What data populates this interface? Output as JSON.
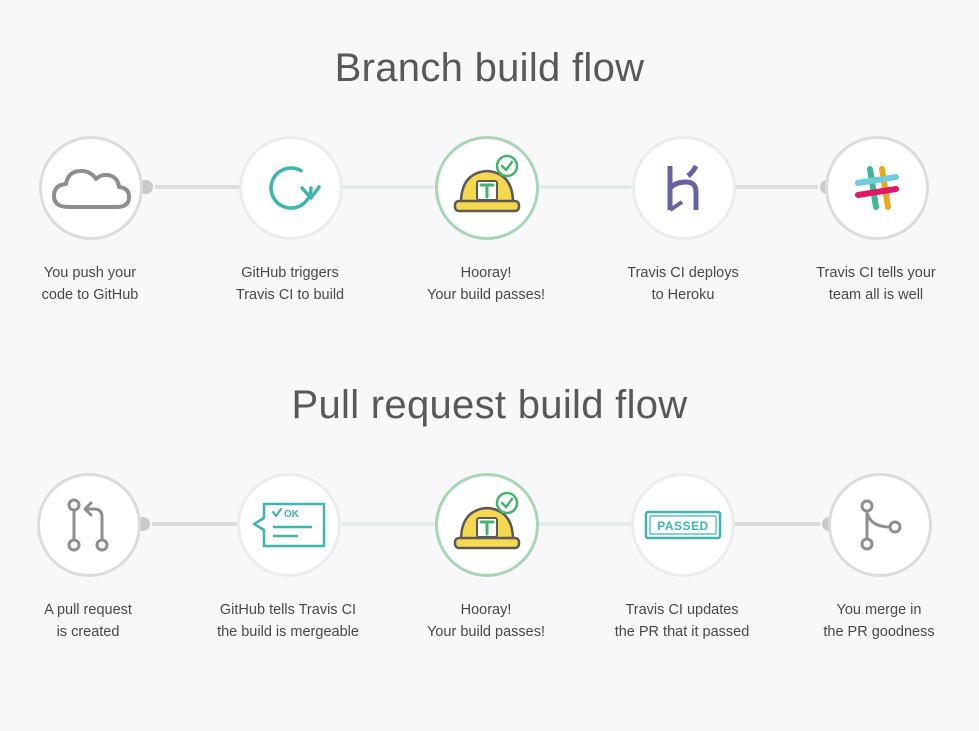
{
  "sections": [
    {
      "title": "Branch build flow",
      "steps": [
        {
          "icon": "cloud-icon",
          "line1": "You push your",
          "line2": "code to GitHub"
        },
        {
          "icon": "refresh-icon",
          "line1": "GitHub triggers",
          "line2": "Travis CI to build"
        },
        {
          "icon": "build-passing-hardhat-icon",
          "line1": "Hooray!",
          "line2": "Your build passes!"
        },
        {
          "icon": "heroku-logo-icon",
          "line1": "Travis CI deploys",
          "line2": "to Heroku"
        },
        {
          "icon": "slack-logo-icon",
          "line1": "Travis CI tells your",
          "line2": "team all is well"
        }
      ]
    },
    {
      "title": "Pull request build flow",
      "steps": [
        {
          "icon": "pull-request-icon",
          "line1": "A pull request",
          "line2": "is created"
        },
        {
          "icon": "ok-comment-icon",
          "badge_text": "OK",
          "line1": "GitHub tells Travis CI",
          "line2": "the build is mergeable"
        },
        {
          "icon": "build-passing-hardhat-icon",
          "line1": "Hooray!",
          "line2": "Your build passes!"
        },
        {
          "icon": "passed-badge-icon",
          "badge_text": "PASSED",
          "line1": "Travis CI updates",
          "line2": "the PR that it passed"
        },
        {
          "icon": "merge-icon",
          "line1": "You merge in",
          "line2": "the PR goodness"
        }
      ]
    }
  ],
  "colors": {
    "neutral_ring": "#dadcde",
    "success_ring": "#a7d6b5",
    "teal": "#3fb5b0",
    "hat_yellow": "#f5d84f",
    "hat_outline": "#5a5a5a",
    "check_green": "#45b36b",
    "heroku_purple": "#6762a6",
    "icon_gray": "#8c8e91"
  }
}
